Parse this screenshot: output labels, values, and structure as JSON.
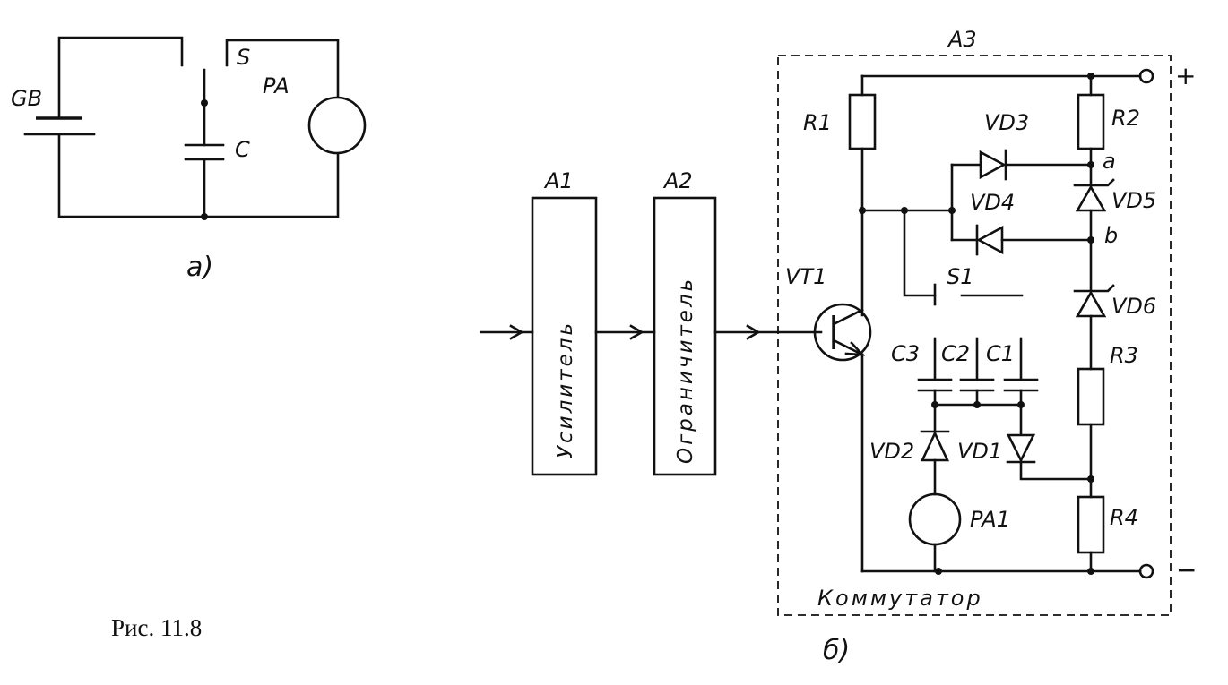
{
  "figure_caption": "Рис. 11.8",
  "sub_a": {
    "label": "а)",
    "components": {
      "battery": "GB",
      "capacitor": "C",
      "switch": "S",
      "meter": "PA"
    }
  },
  "sub_b": {
    "label": "б)",
    "blocks": [
      {
        "id": "A1",
        "text": "Усилитель"
      },
      {
        "id": "A2",
        "text": "Ограничитель"
      }
    ],
    "commutator": {
      "id": "A3",
      "text": "Коммутатор"
    },
    "resistors": [
      "R1",
      "R2",
      "R3",
      "R4"
    ],
    "diodes": [
      "VD1",
      "VD2",
      "VD3",
      "VD4",
      "VD5",
      "VD6"
    ],
    "capacitors": [
      "C1",
      "C2",
      "C3"
    ],
    "transistor": "VT1",
    "switch": "S1",
    "meter": "PA1",
    "nodes": {
      "a": "a",
      "b": "b"
    },
    "terminals": {
      "plus": "+",
      "minus": "−"
    }
  }
}
